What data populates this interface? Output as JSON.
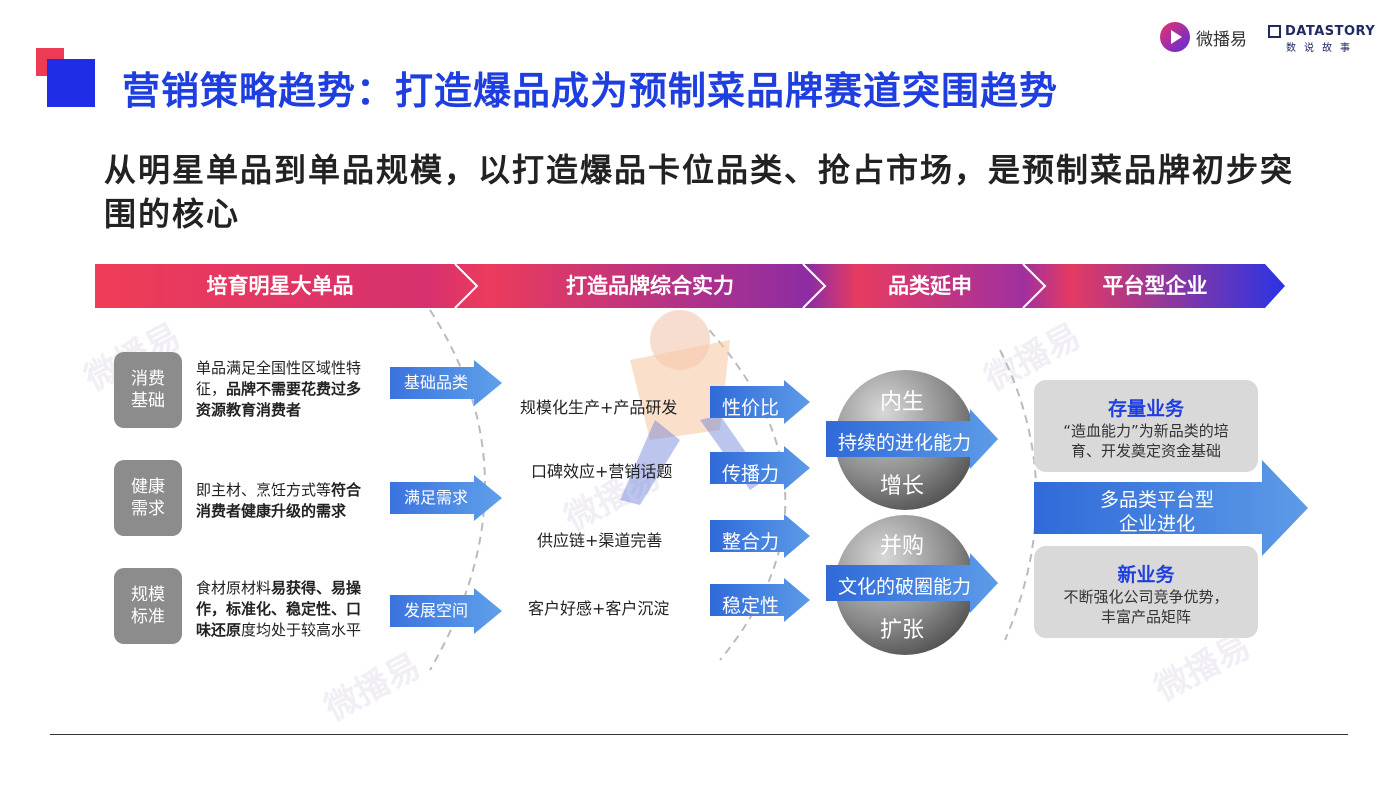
{
  "header": {
    "title": "营销策略趋势：打造爆品成为预制菜品牌赛道突围趋势",
    "logo_weibo": "微播易",
    "logo_ds_en": "DATASTORY",
    "logo_ds_cn": "数说故事"
  },
  "subtitle": "从明星单品到单品规模，以打造爆品卡位品类、抢占市场，是预制菜品牌初步突围的核心",
  "stages": [
    "培育明星大单品",
    "打造品牌综合实力",
    "品类延申",
    "平台型企业"
  ],
  "column1": [
    {
      "tag_l1": "消费",
      "tag_l2": "基础",
      "d1": "单品满足全国性区域性特",
      "d2": "征，",
      "d2b": "品牌不需要花费过多",
      "d3b": "资源教育消费者",
      "arrow": "基础品类"
    },
    {
      "tag_l1": "健康",
      "tag_l2": "需求",
      "d1": "即主材、烹饪方式等",
      "d1b": "符合",
      "d2b": "消费者健康升级的需求",
      "arrow": "满足需求"
    },
    {
      "tag_l1": "规模",
      "tag_l2": "标准",
      "d1": "食材原材料",
      "d1b": "易获得、易操",
      "d2b": "作，标准化、稳定性、口",
      "d3b": "味还原",
      "d3": "度均处于较高水平",
      "arrow": "发展空间"
    }
  ],
  "column2": [
    {
      "text": "规模化生产+产品研发",
      "label": "性价比"
    },
    {
      "text": "口碑效应+营销话题",
      "label": "传播力"
    },
    {
      "text": "供应链+渠道完善",
      "label": "整合力"
    },
    {
      "text": "客户好感+客户沉淀",
      "label": "稳定性"
    }
  ],
  "column3": {
    "ball1_top": "内生",
    "ball1_bottom": "增长",
    "bar1": "持续的进化能力",
    "ball2_top": "并购",
    "ball2_bottom": "扩张",
    "bar2": "文化的破圈能力"
  },
  "column4": {
    "card1_title": "存量业务",
    "card1_l1": "“造血能力”为新品类的培",
    "card1_l2": "育、开发奠定资金基础",
    "big_arrow_l1": "多品类平台型",
    "big_arrow_l2": "企业进化",
    "card2_title": "新业务",
    "card2_l1": "不断强化公司竞争优势，",
    "card2_l2": "丰富产品矩阵"
  },
  "colors": {
    "accent_blue": "#1f3ee0",
    "accent_red": "#ee3b55",
    "arrow_blue": "#3f7de0"
  }
}
